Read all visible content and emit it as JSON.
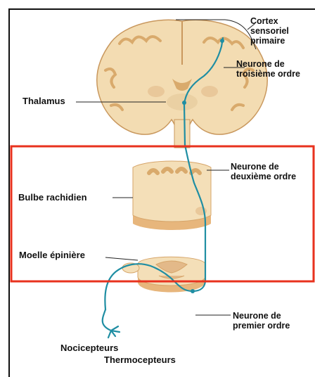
{
  "labels": {
    "cortex": [
      "Cortex",
      "sensoriel",
      "primaire"
    ],
    "third_neuron": [
      "Neurone de",
      "troisième ordre"
    ],
    "thalamus": "Thalamus",
    "second_neuron": [
      "Neurone de",
      "deuxième ordre"
    ],
    "medulla": "Bulbe rachidien",
    "spinal_cord": "Moelle épinière",
    "first_neuron": [
      "Neurone de",
      "premier ordre"
    ],
    "receptors": [
      "Nocicepteurs",
      "Thermocepteurs"
    ]
  },
  "colors": {
    "highlight_box": "#e8321e",
    "neuron_path": "#1f8ea3",
    "tissue": "#f3dcb2",
    "tissue_dark": "#d9aa6c"
  }
}
